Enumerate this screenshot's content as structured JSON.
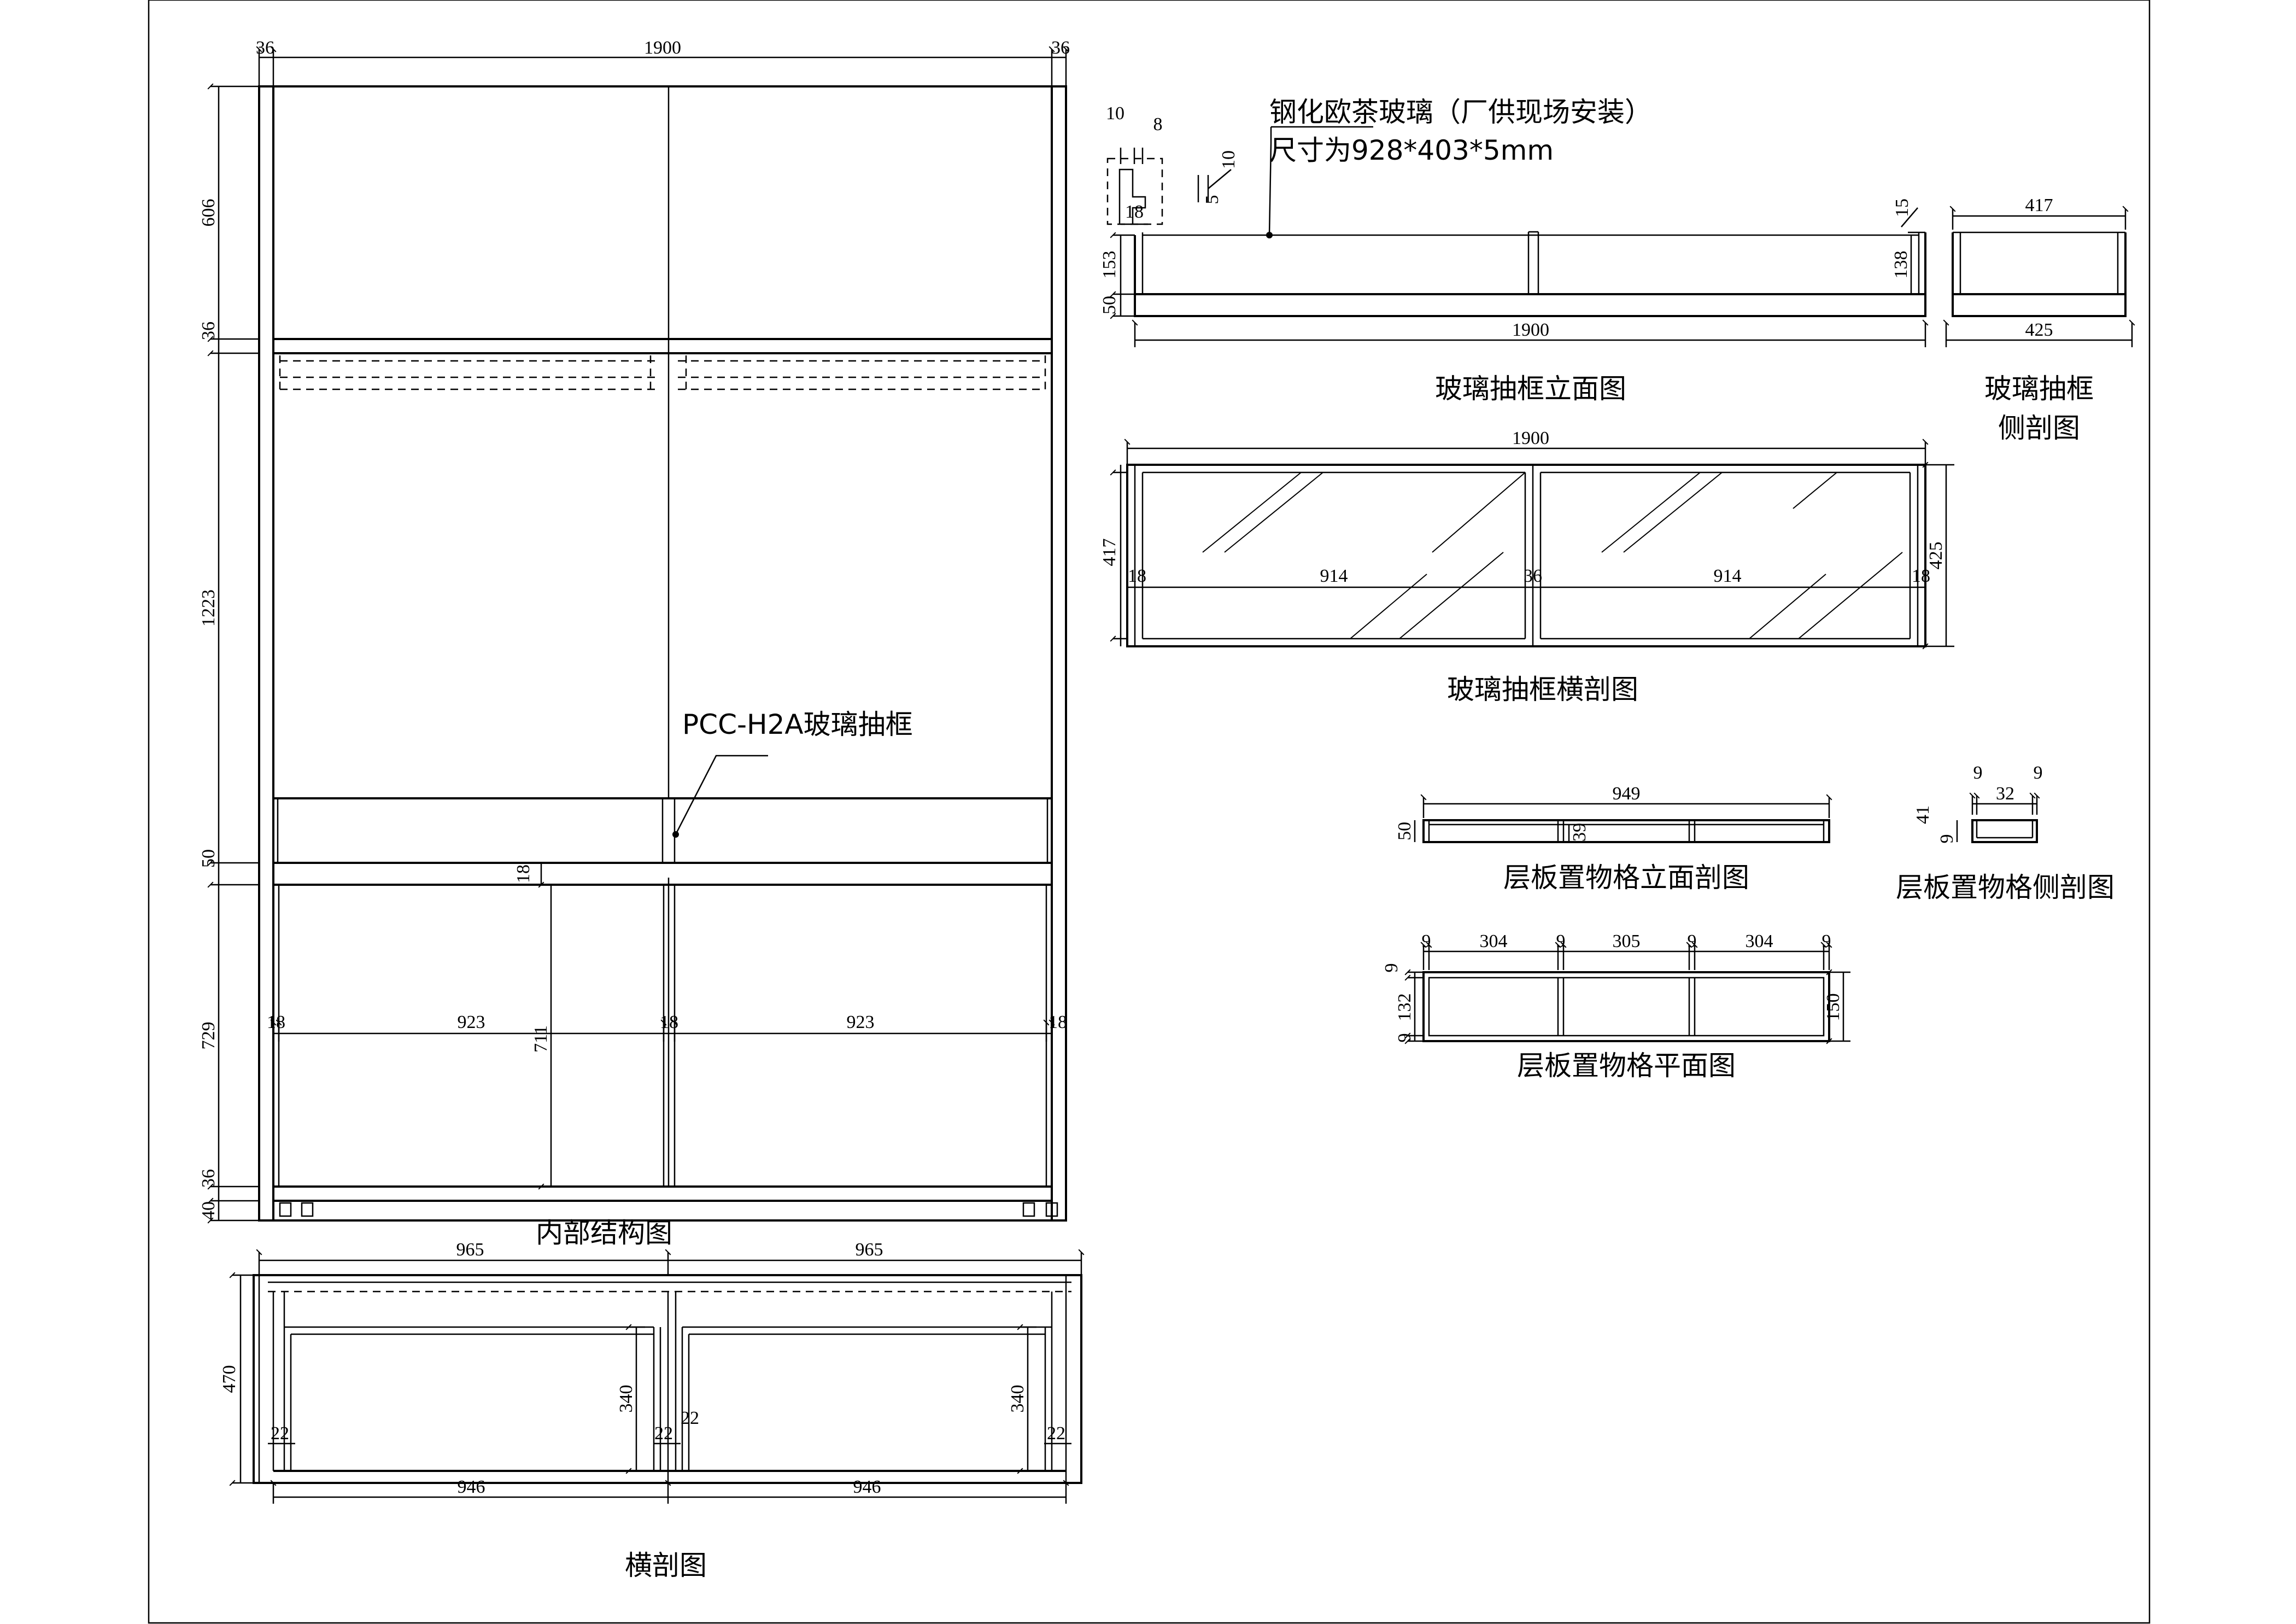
{
  "titles": {
    "internal_structure": "内部结构图",
    "cross_section": "横剖图",
    "glass_drawer_elevation": "玻璃抽框立面图",
    "glass_drawer_side_line1": "玻璃抽框",
    "glass_drawer_side_line2": "侧剖图",
    "glass_drawer_cross": "玻璃抽框横剖图",
    "shelf_elevation": "层板置物格立面剖图",
    "shelf_side": "层板置物格侧剖图",
    "shelf_plan": "层板置物格平面图"
  },
  "notes": {
    "drawer_label": "PCC-H2A玻璃抽框",
    "glass_line1": "钢化欧茶玻璃（厂供现场安装）",
    "glass_line2": "尺寸为928*403*5mm"
  },
  "dims": {
    "internal": {
      "top_left": "36",
      "top_mid": "1900",
      "top_right": "36",
      "v_606": "606",
      "v_36_a": "36",
      "v_1223": "1223",
      "v_50": "50",
      "v_729": "729",
      "v_36_b": "36",
      "v_40": "40",
      "h_18_a": "18",
      "h_923_a": "923",
      "h_18_b": "18",
      "h_923_b": "923",
      "h_18_c": "18",
      "v_711": "711",
      "h_18_top": "18"
    },
    "cross": {
      "top_a": "965",
      "top_b": "965",
      "v_470": "470",
      "v_340_a": "340",
      "v_340_b": "340",
      "h_22_a": "22",
      "h_22_b": "22",
      "h_22_c": "22",
      "h_22_d": "22",
      "bot_a": "946",
      "bot_b": "946"
    },
    "drawer_elev": {
      "d10": "10",
      "d8": "8",
      "d10b": "10",
      "d5": "5",
      "d18": "18",
      "d153": "153",
      "d50": "50",
      "d15": "15",
      "d138": "138",
      "d1900": "1900"
    },
    "drawer_side": {
      "top": "417",
      "bottom": "425"
    },
    "drawer_cross": {
      "top": "1900",
      "v417": "417",
      "v425": "425",
      "h18a": "18",
      "h914a": "914",
      "h36": "36",
      "h914b": "914",
      "h18b": "18"
    },
    "shelf_elev": {
      "top": "949",
      "v50": "50",
      "v39": "39"
    },
    "shelf_side": {
      "d9a": "9",
      "d32": "32",
      "d9b": "9",
      "d41": "41",
      "d9c": "9"
    },
    "shelf_plan": {
      "h9a": "9",
      "h304a": "304",
      "h9b": "9",
      "h305": "305",
      "h9c": "9",
      "h304b": "304",
      "h9d": "9",
      "v9a": "9",
      "v132": "132",
      "v9b": "9",
      "v150": "150"
    }
  }
}
